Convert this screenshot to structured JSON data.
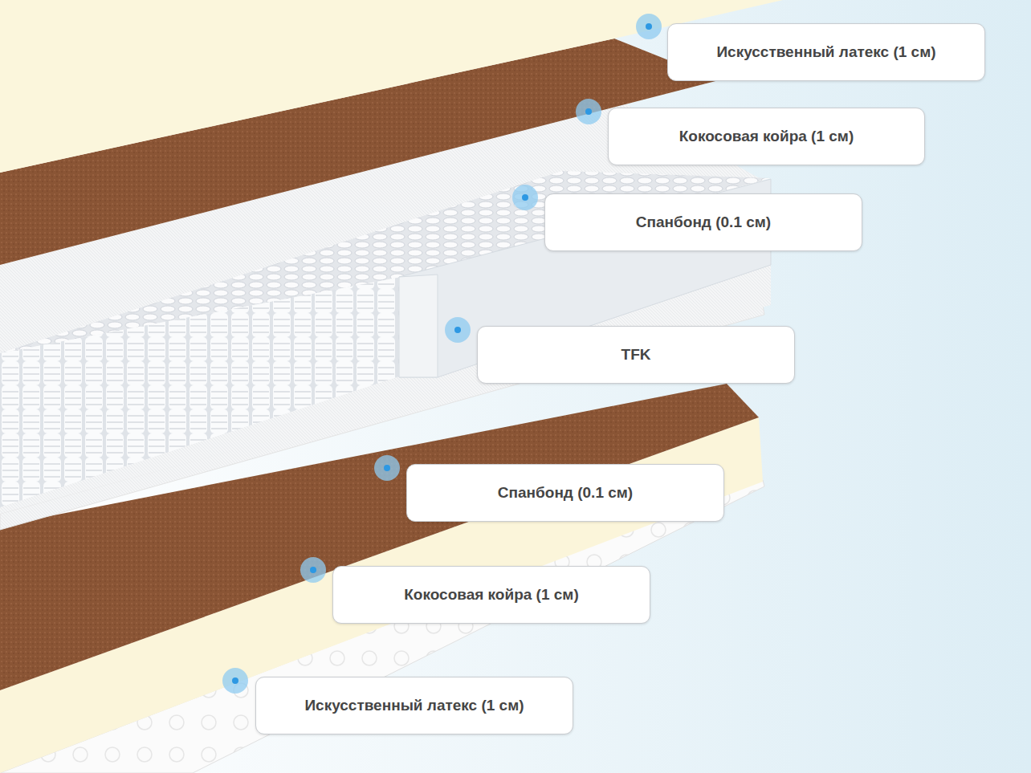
{
  "diagram": {
    "nodes": [
      {
        "text": [
          "Искусственный латекс (1 см)"
        ]
      },
      {
        "text": [
          "Кокосовая койра (1 см)"
        ]
      },
      {
        "text": [
          "Спанбонд (0.1 см)"
        ]
      },
      {
        "text": [
          "TFK"
        ]
      },
      {
        "text": [
          "Спанбонд (0.1 см)"
        ]
      },
      {
        "text": [
          "Кокосовая койра (1 см)"
        ]
      },
      {
        "text": [
          "Искусственный латекс (1 см)"
        ]
      }
    ]
  }
}
